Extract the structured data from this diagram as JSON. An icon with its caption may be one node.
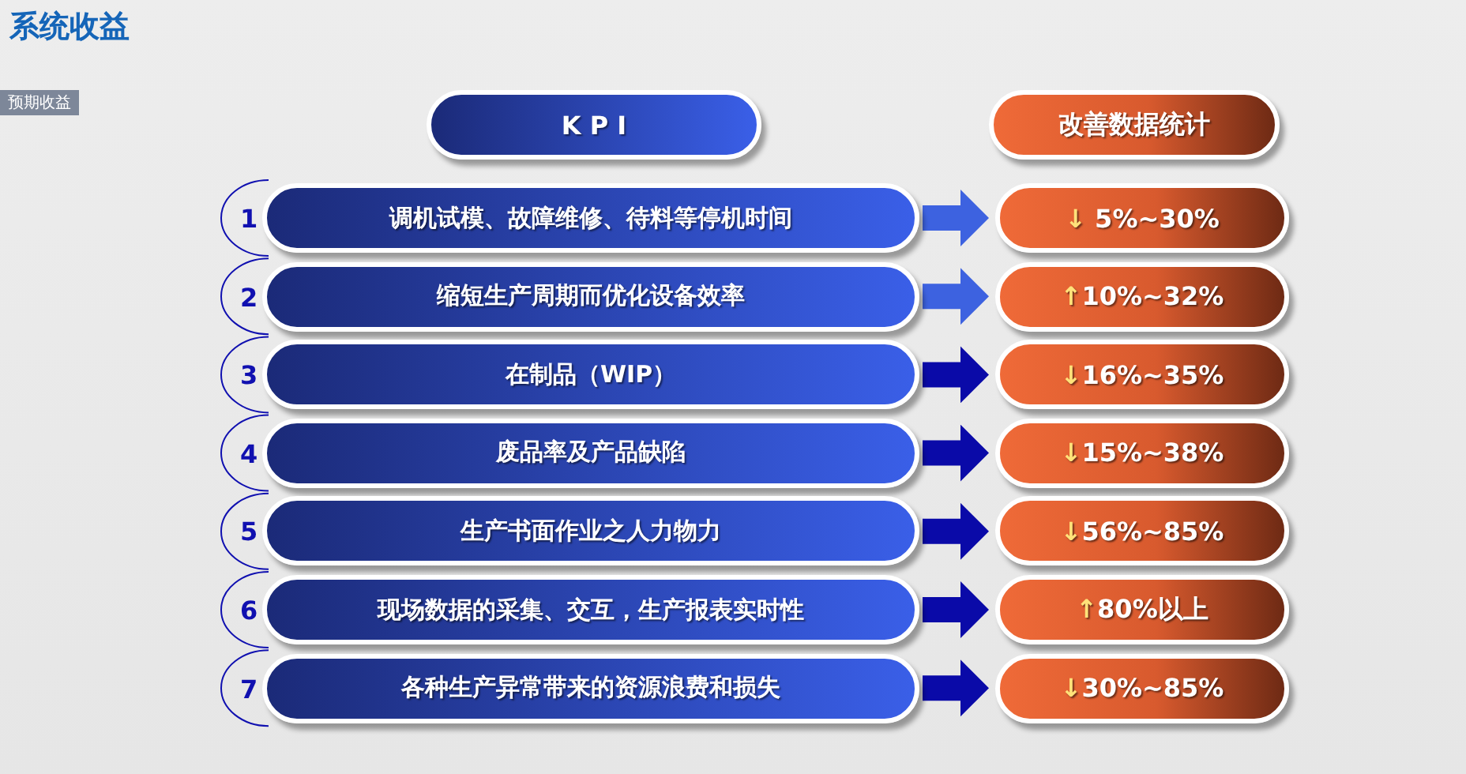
{
  "diagram": {
    "title": "系统收益",
    "nodes": [
      {
        "text": [
          "K P I"
        ]
      },
      {
        "text": [
          "改善数据统计"
        ]
      },
      {
        "text": [
          "调机试模、故障维修、待料等停机时间"
        ],
        "beside": [
          "1"
        ]
      },
      {
        "text": [
          "↓ 5%~30%"
        ]
      },
      {
        "text": [
          "缩短生产周期而优化设备效率"
        ],
        "beside": [
          "2"
        ]
      },
      {
        "text": [
          "↑10%~32%"
        ]
      },
      {
        "text": [
          "在制品（WIP）"
        ],
        "beside": [
          "3"
        ]
      },
      {
        "text": [
          "↓16%~35%"
        ]
      },
      {
        "text": [
          "废品率及产品缺陷"
        ],
        "beside": [
          "4"
        ]
      },
      {
        "text": [
          "↓15%~38%"
        ]
      },
      {
        "text": [
          "生产书面作业之人力物力"
        ],
        "beside": [
          "5"
        ]
      },
      {
        "text": [
          "↓56%~85%"
        ]
      },
      {
        "text": [
          "现场数据的采集、交互，生产报表实时性"
        ],
        "beside": [
          "6"
        ]
      },
      {
        "text": [
          "↑80%以上"
        ]
      },
      {
        "text": [
          "各种生产异常带来的资源浪费和损失"
        ],
        "beside": [
          "7"
        ]
      },
      {
        "text": [
          "↓30%~85%"
        ]
      }
    ],
    "edges": [
      {
        "from": 2,
        "to": 3,
        "arrow": "to",
        "color": "#3d62e0"
      },
      {
        "from": 4,
        "to": 5,
        "arrow": "to",
        "color": "#3d62e0"
      },
      {
        "from": 6,
        "to": 7,
        "arrow": "to"
      },
      {
        "from": 8,
        "to": 9,
        "arrow": "to"
      },
      {
        "from": 10,
        "to": 11,
        "arrow": "to"
      },
      {
        "from": 12,
        "to": 13,
        "arrow": "to"
      },
      {
        "from": 14,
        "to": 15,
        "arrow": "to"
      }
    ],
    "labels": [
      "预期收益"
    ]
  }
}
